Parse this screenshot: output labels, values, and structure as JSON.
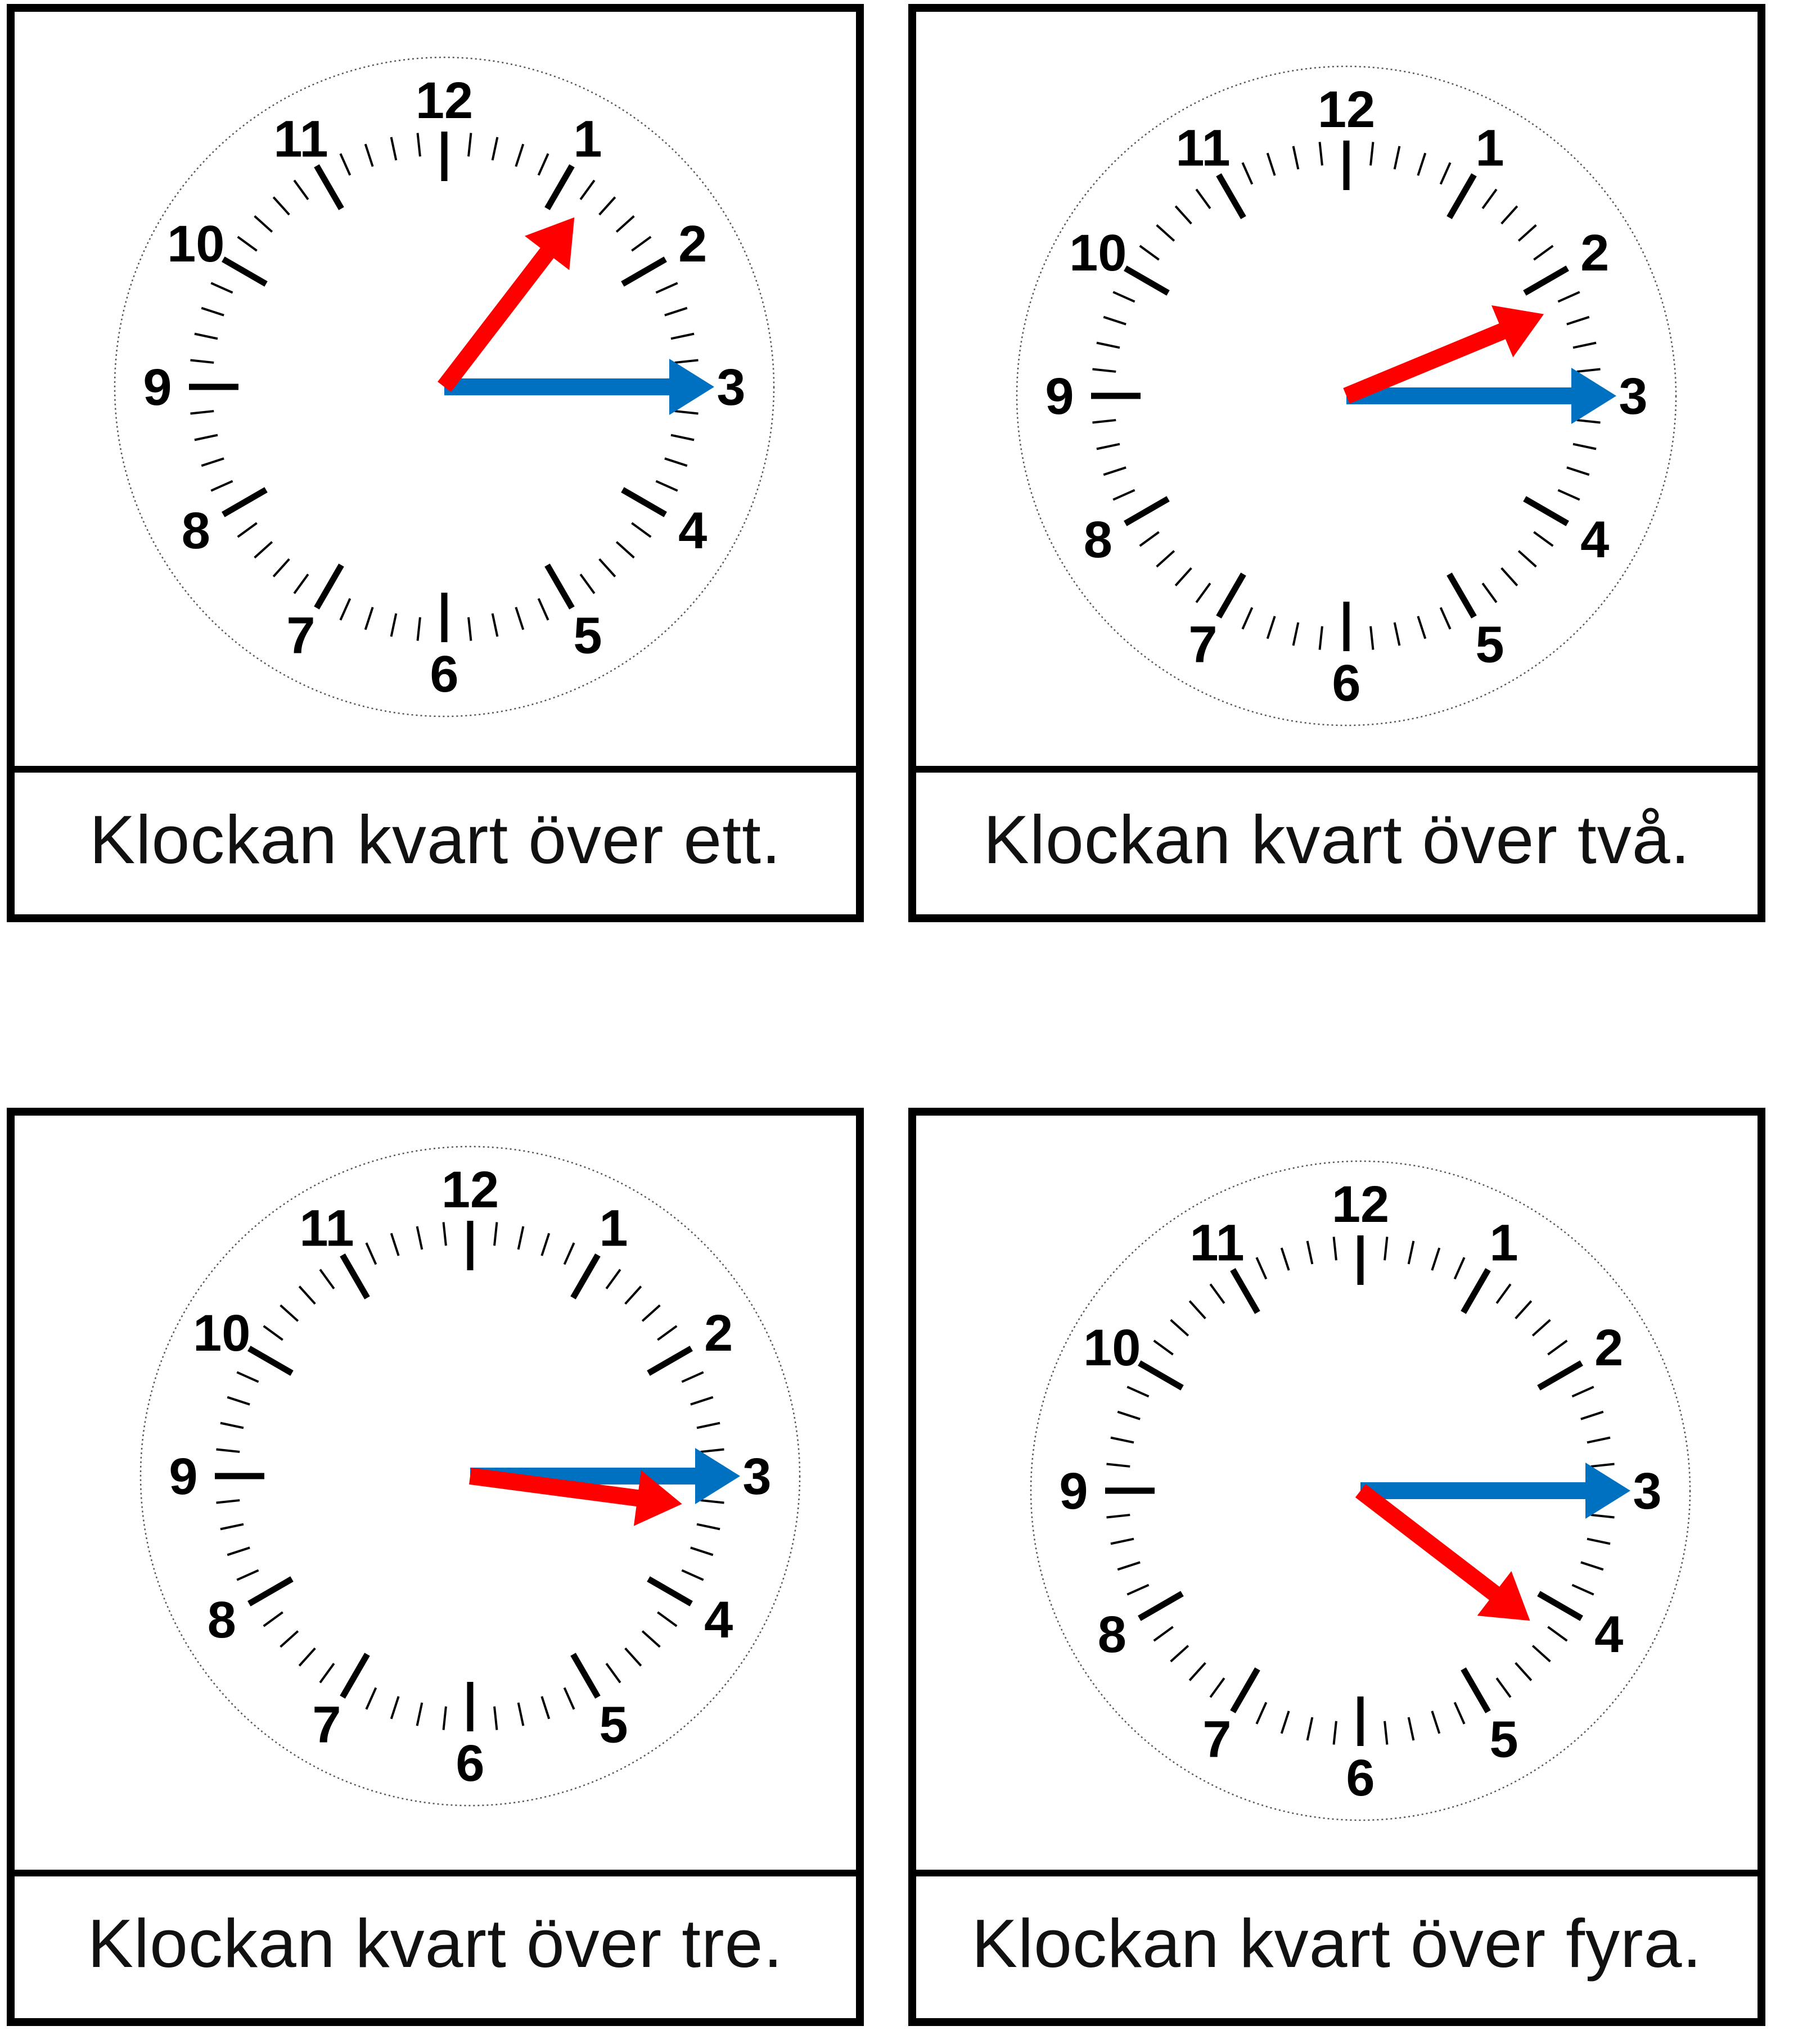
{
  "colors": {
    "hour_hand": "#ff0000",
    "minute_hand": "#0070c0",
    "ink": "#000000"
  },
  "dial_numbers": [
    "12",
    "1",
    "2",
    "3",
    "4",
    "5",
    "6",
    "7",
    "8",
    "9",
    "10",
    "11"
  ],
  "cards": [
    {
      "caption": "Klockan kvart över ett.",
      "hour": 1,
      "minute": 15
    },
    {
      "caption": "Klockan kvart över två.",
      "hour": 2,
      "minute": 15
    },
    {
      "caption": "Klockan kvart över tre.",
      "hour": 3,
      "minute": 15
    },
    {
      "caption": "Klockan kvart över fyra.",
      "hour": 4,
      "minute": 15
    }
  ]
}
